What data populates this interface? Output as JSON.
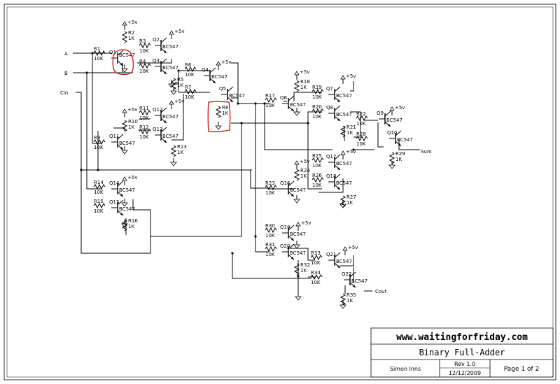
{
  "inputs": {
    "a": "A",
    "b": "B",
    "cin": "Cin"
  },
  "outputs": {
    "sum": "Sum",
    "cout": "Cout"
  },
  "supply_label": "+5v",
  "transistors": [
    "Q1",
    "Q2",
    "Q3",
    "Q4",
    "Q5",
    "Q6",
    "Q7",
    "Q8",
    "Q9",
    "Q10",
    "Q11",
    "Q12",
    "Q13",
    "Q14",
    "Q15",
    "Q16",
    "Q17",
    "Q18",
    "Q19",
    "Q20",
    "Q21",
    "Q22"
  ],
  "transistor_part": "BC547",
  "resistors": [
    {
      "ref": "R1",
      "value": "10K"
    },
    {
      "ref": "R2",
      "value": "1K"
    },
    {
      "ref": "R3",
      "value": "10K"
    },
    {
      "ref": "R4",
      "value": "10K"
    },
    {
      "ref": "R5",
      "value": "1K"
    },
    {
      "ref": "R6",
      "value": "10K"
    },
    {
      "ref": "R7",
      "value": "10K"
    },
    {
      "ref": "R8",
      "value": "1K"
    },
    {
      "ref": "R9",
      "value": "10K"
    },
    {
      "ref": "R10",
      "value": "1K"
    },
    {
      "ref": "R11",
      "value": "10K"
    },
    {
      "ref": "R12",
      "value": "10K"
    },
    {
      "ref": "R13",
      "value": "1K"
    },
    {
      "ref": "R14",
      "value": "10K"
    },
    {
      "ref": "R15",
      "value": "10K"
    },
    {
      "ref": "R16",
      "value": "1K"
    },
    {
      "ref": "R17",
      "value": "10K"
    },
    {
      "ref": "R18",
      "value": "1K"
    },
    {
      "ref": "R19",
      "value": "10K"
    },
    {
      "ref": "R20",
      "value": "10K"
    },
    {
      "ref": "R21",
      "value": "1K"
    },
    {
      "ref": "R22",
      "value": "10K"
    },
    {
      "ref": "R23",
      "value": "10K"
    },
    {
      "ref": "R24",
      "value": "1K"
    },
    {
      "ref": "R25",
      "value": "10K"
    },
    {
      "ref": "R26",
      "value": "10K"
    },
    {
      "ref": "R27",
      "value": "1K"
    },
    {
      "ref": "R28",
      "value": "10K"
    },
    {
      "ref": "R29",
      "value": "1K"
    },
    {
      "ref": "R30",
      "value": "10K"
    },
    {
      "ref": "R31",
      "value": "10K"
    },
    {
      "ref": "R32",
      "value": "1K"
    },
    {
      "ref": "R33",
      "value": "10K"
    },
    {
      "ref": "R34",
      "value": "10K"
    },
    {
      "ref": "R35",
      "value": "1K"
    }
  ],
  "title_block": {
    "website": "www.waitingforfriday.com",
    "title": "Binary Full-Adder",
    "author": "Simon Inns",
    "revision": "Rev 1.0",
    "date": "12/12/2009",
    "page": "Page 1 of 2"
  },
  "highlight_color": "#d42020"
}
